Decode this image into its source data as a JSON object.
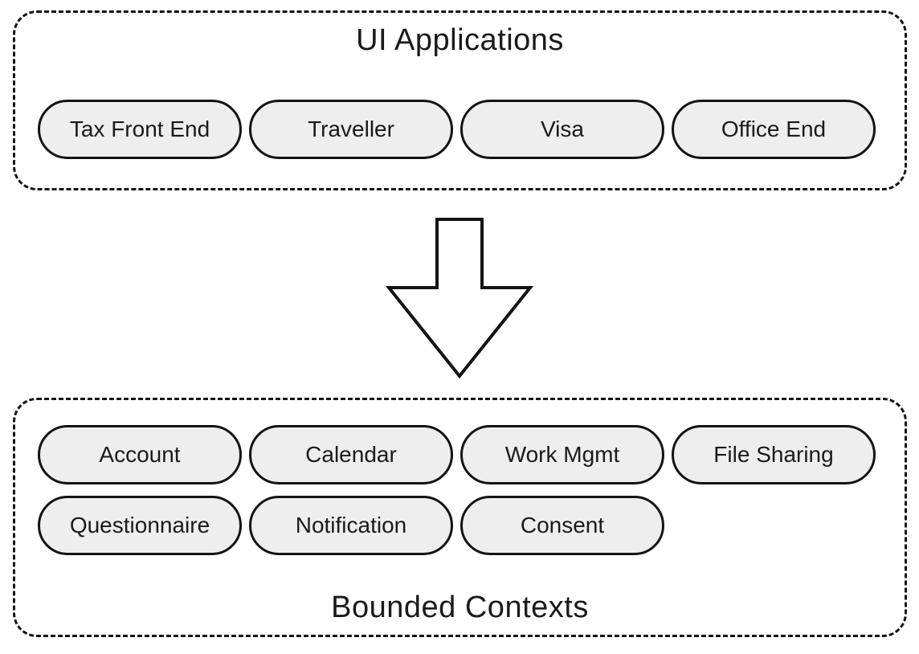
{
  "diagram": {
    "top_group": {
      "title": "UI Applications",
      "items": [
        "Tax Front End",
        "Traveller",
        "Visa",
        "Office End"
      ]
    },
    "arrow": {
      "name": "down-arrow",
      "direction": "down"
    },
    "bottom_group": {
      "title": "Bounded Contexts",
      "rows": [
        [
          "Account",
          "Calendar",
          "Work Mgmt",
          "File Sharing"
        ],
        [
          "Questionnaire",
          "Notification",
          "Consent"
        ]
      ]
    },
    "colors": {
      "background": "#ffffff",
      "pill_fill": "#eeeeee",
      "outline": "#141414",
      "text": "#1a1a1a"
    }
  }
}
